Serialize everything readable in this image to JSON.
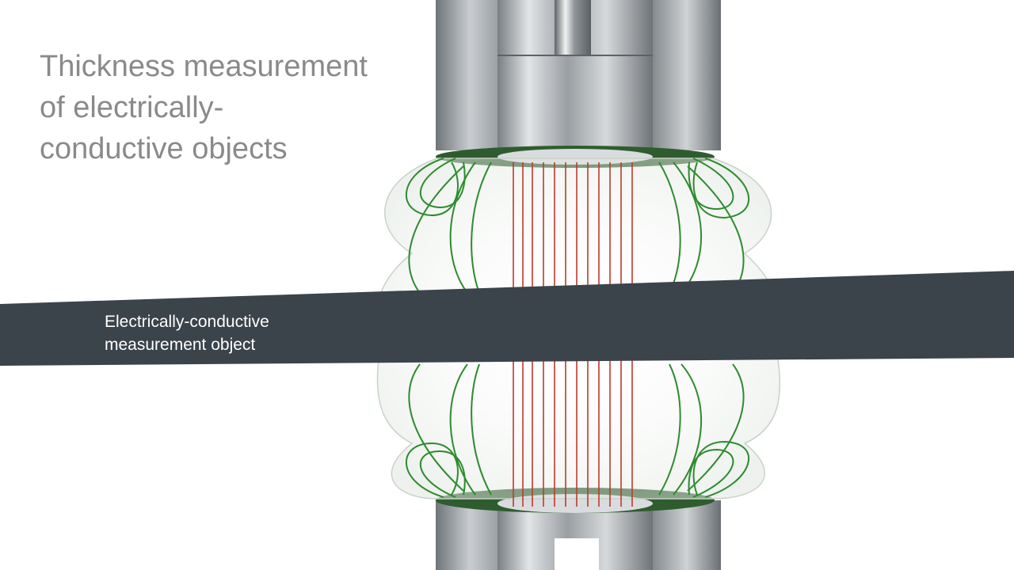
{
  "title": {
    "line1": "Thickness measurement",
    "line2": "of electrically-",
    "line3": "conductive objects"
  },
  "object_label": {
    "line1": "Electrically-conductive",
    "line2": "measurement object"
  },
  "colors": {
    "background": "#ffffff",
    "title_text": "#8a8a8a",
    "band": "#3b434b",
    "band_text": "#ffffff",
    "field_lines_green": "#2e8b2e",
    "field_lines_red": "#c0392b",
    "metal": "#9ea3a8"
  }
}
